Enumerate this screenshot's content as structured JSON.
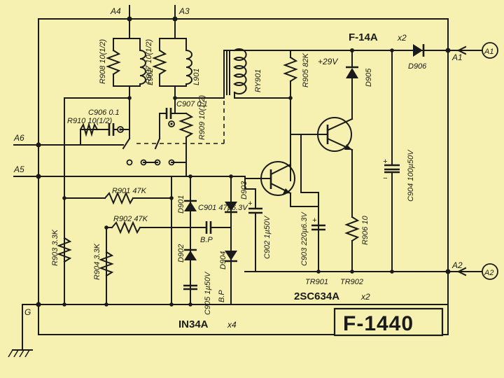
{
  "diagram": {
    "model_number": "F-1440",
    "pins": {
      "a4": "A4",
      "a3": "A3",
      "a1": "A1",
      "a2": "A2",
      "a6": "A6",
      "a5": "A5",
      "g": "G",
      "a1_circle": "A1",
      "a2_circle": "A2"
    },
    "components": {
      "r908": "R908 10(1/2)",
      "r907": "R907 10(1/2)",
      "l902": "L902",
      "l901": "L901",
      "c906": "C906 0.1",
      "c907": "C907 0.1",
      "r910": "R910 10(1/2)",
      "r909": "R909 10(1/2)",
      "ry901": "RY901",
      "r905": "R905 82K",
      "d905": "D905",
      "d906": "D906",
      "plus29v": "+29V",
      "fuse": "F-14A",
      "fuse_qty": "x2",
      "c904": "C904 100µ50V",
      "r901": "R901 47K",
      "r902": "R902 47K",
      "c901": "C901 47µ6.3V",
      "c901_bp": "B.P",
      "d901": "D901",
      "d902": "D902",
      "d903": "D903",
      "d904": "D904",
      "c902": "C902 1µ50V",
      "c903": "C903 220µ6.3V",
      "r906": "R906 10",
      "r903": "R903 3.3K",
      "r904": "R904 3.3K",
      "c905": "C905 1µ50V",
      "c905_bp": "B.P",
      "tr901": "TR901",
      "tr902": "TR902",
      "transistor_type": "2SC634A",
      "transistor_qty": "x2",
      "diode_type": "IN34A",
      "diode_qty": "x4"
    }
  }
}
